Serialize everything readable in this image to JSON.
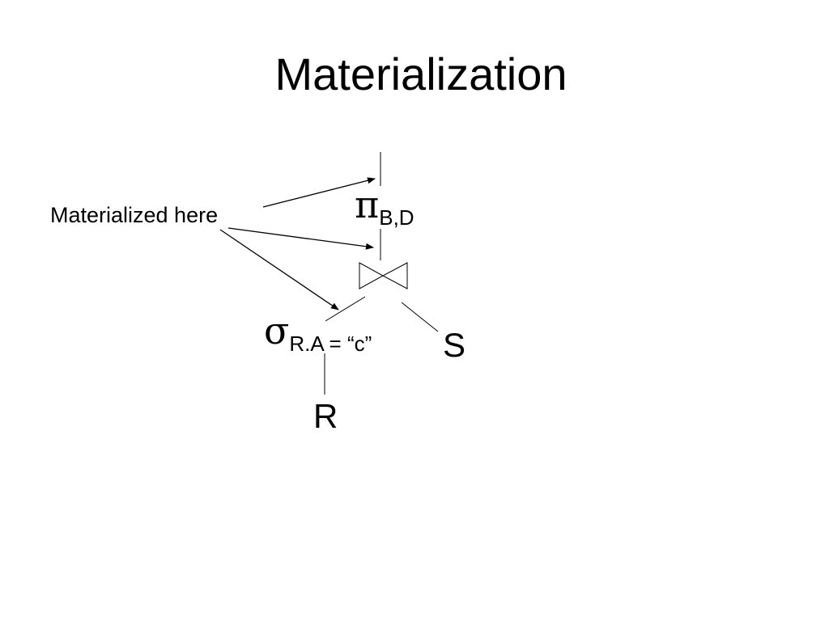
{
  "slide": {
    "title": "Materialization"
  },
  "diagram": {
    "callout": "Materialized here",
    "projection": {
      "symbol": "π",
      "subscript": "B,D"
    },
    "join": {
      "icon": "bowtie-join-icon"
    },
    "selection": {
      "symbol": "σ",
      "subscript": "R.A = “c”"
    },
    "relations": {
      "left": "R",
      "right": "S"
    }
  }
}
